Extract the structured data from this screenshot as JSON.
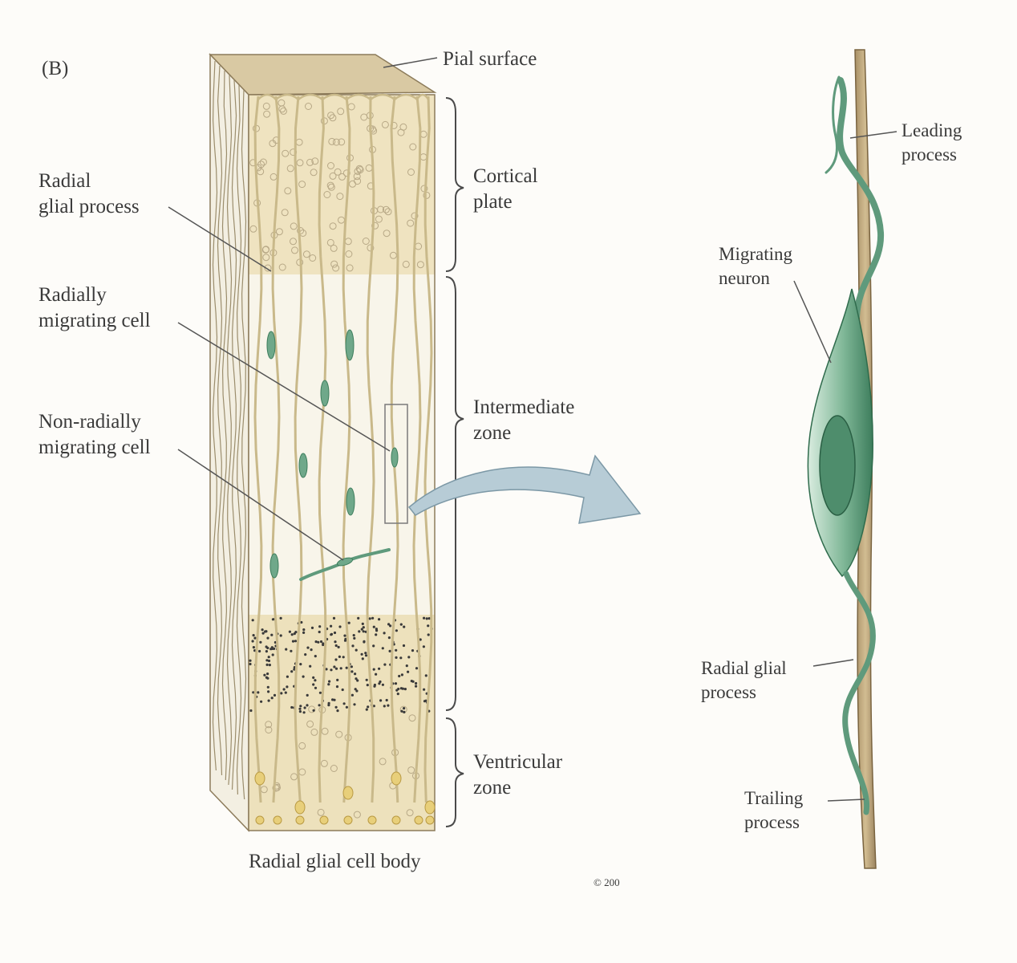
{
  "panel_letter": "(B)",
  "labels": {
    "pial_surface": "Pial surface",
    "cortical_plate": "Cortical\nplate",
    "intermediate_zone": "Intermediate\nzone",
    "ventricular_zone": "Ventricular\nzone",
    "radial_glial_process": "Radial\nglial process",
    "radially_migrating_cell": "Radially\nmigrating cell",
    "non_radially_migrating_cell": "Non-radially\nmigrating cell",
    "radial_glial_cell_body": "Radial glial cell body",
    "leading_process": "Leading\nprocess",
    "migrating_neuron": "Migrating\nneuron",
    "radial_glial_process_detail": "Radial glial\nprocess",
    "trailing_process": "Trailing\nprocess",
    "copyright": "© 200"
  },
  "colors": {
    "tissue_top": "#d9c9a3",
    "tissue_side": "#f3efe2",
    "cortical_plate": "#efe3c0",
    "intermediate_zone": "#f8f5ea",
    "ventricular_zone": "#ede1bc",
    "glial_fiber": "#c9b98a",
    "neuron": "#6fa88a",
    "arrow": "#b7ccd6",
    "leader_line": "#555555"
  }
}
